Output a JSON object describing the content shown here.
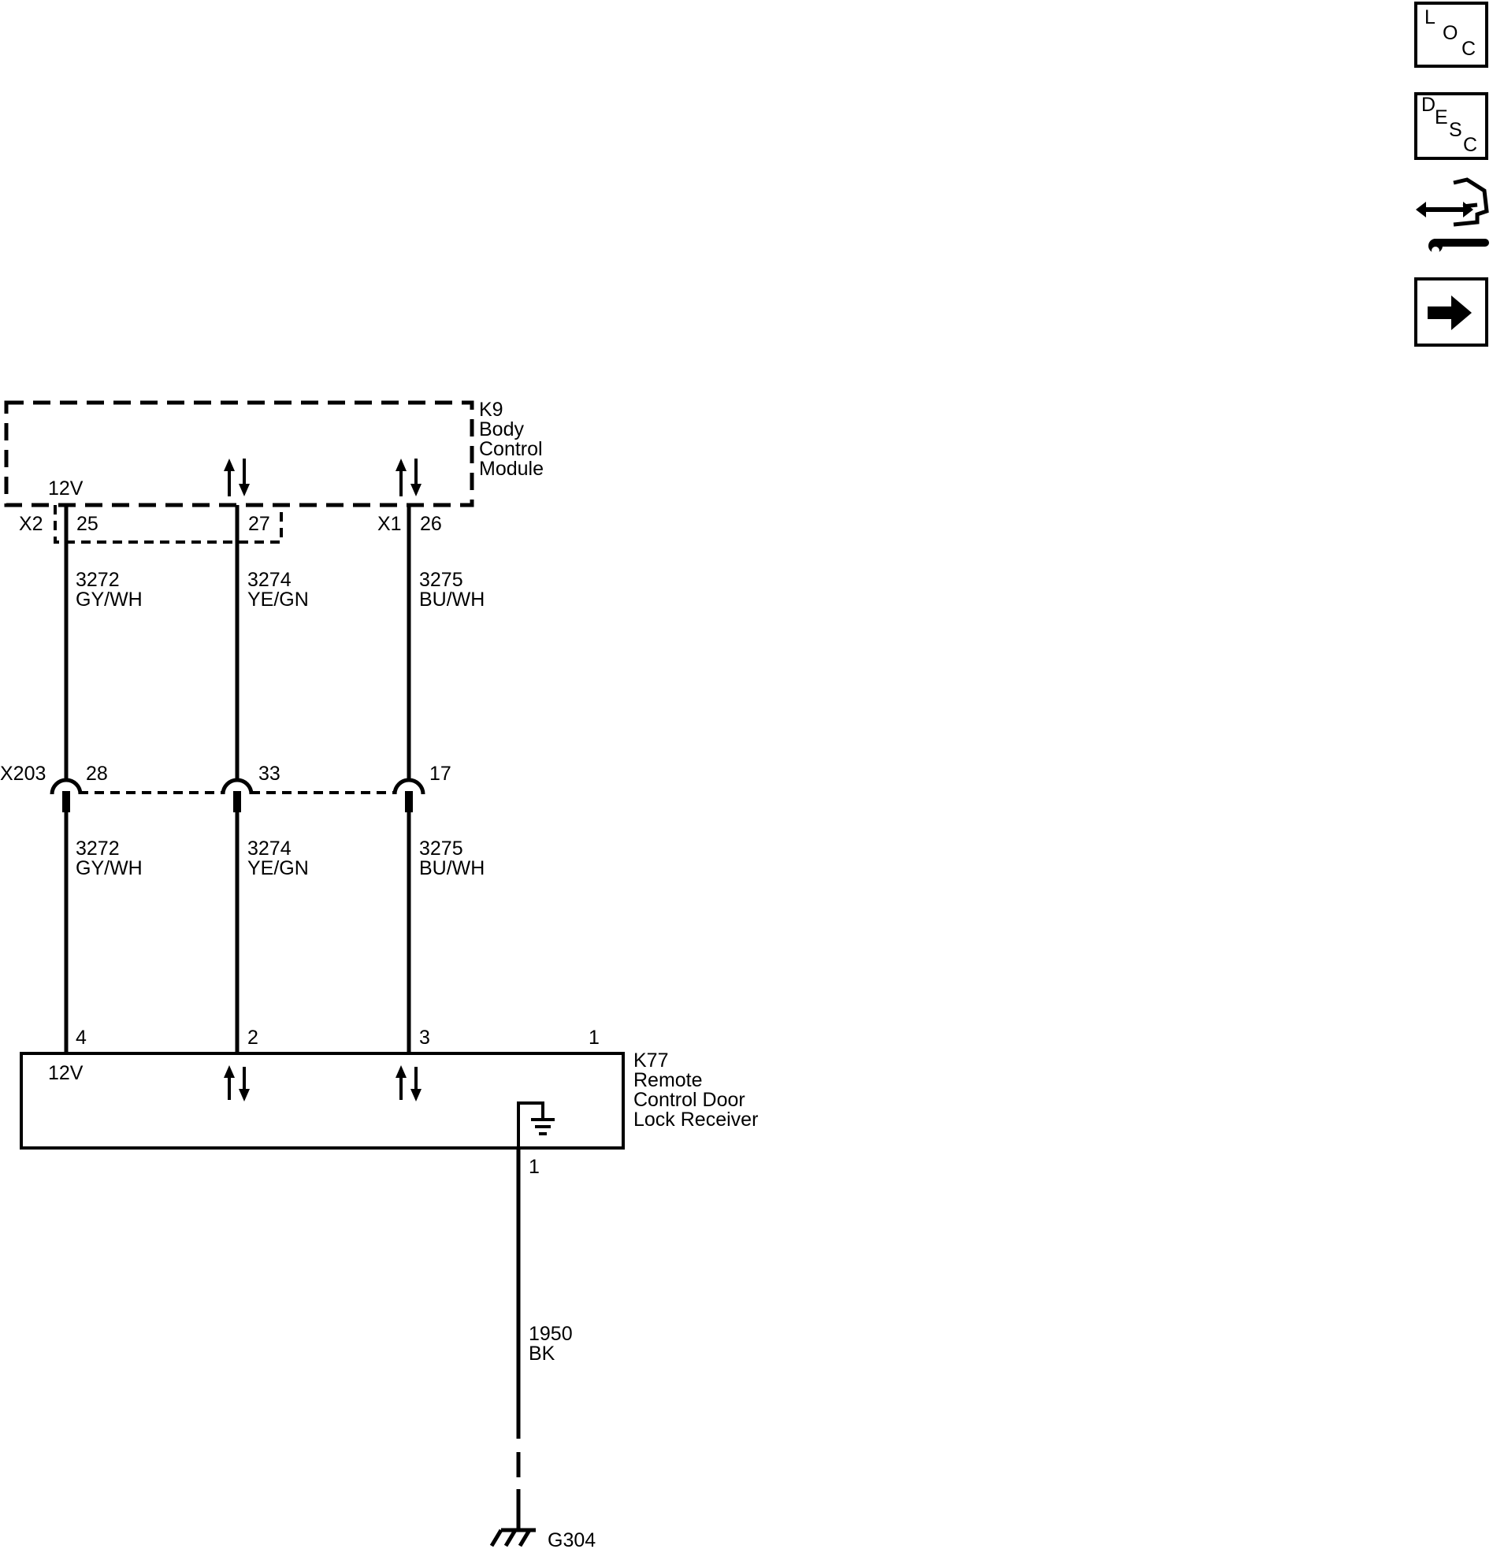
{
  "side_buttons": {
    "loc": [
      "L",
      "O",
      "C"
    ],
    "desc": [
      "D",
      "E",
      "S",
      "C"
    ]
  },
  "modules": {
    "k9": {
      "lines": [
        "K9",
        "Body",
        "Control",
        "Module"
      ],
      "pin_label": "12V"
    },
    "k77": {
      "lines": [
        "K77",
        "Remote",
        "Control Door",
        "Lock Receiver"
      ],
      "pin_label": "12V"
    }
  },
  "connectors": {
    "x2": {
      "name": "X2",
      "pins": [
        "25",
        "27"
      ]
    },
    "x1": {
      "name": "X1",
      "pins": [
        "26"
      ]
    },
    "x203": {
      "name": "X203",
      "pins": [
        "28",
        "33",
        "17"
      ]
    },
    "k77_pins": [
      "4",
      "2",
      "3",
      "1"
    ],
    "k77_ground_pin": "1"
  },
  "wires": [
    {
      "circuit": "3272",
      "color": "GY/WH"
    },
    {
      "circuit": "3274",
      "color": "YE/GN"
    },
    {
      "circuit": "3275",
      "color": "BU/WH"
    }
  ],
  "ground_wire": {
    "circuit": "1950",
    "color": "BK"
  },
  "ground": {
    "name": "G304"
  }
}
